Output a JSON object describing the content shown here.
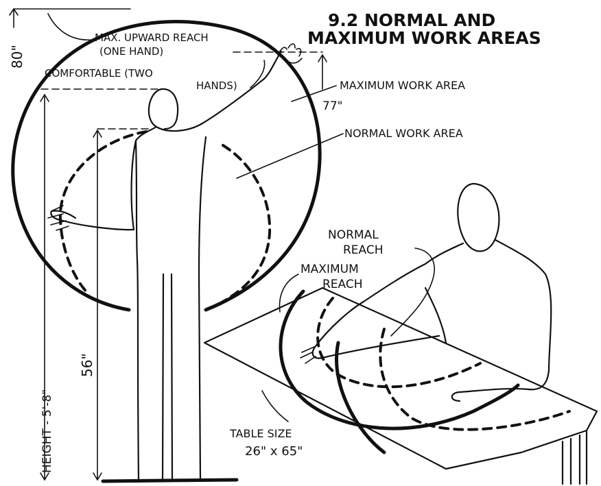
{
  "figure": {
    "title_line1": "9.2 NORMAL AND",
    "title_line2": "MAXIMUM WORK AREAS"
  },
  "labels": {
    "height_top_mark": "80\"",
    "max_upward_reach_line1": "MAX. UPWARD REACH",
    "max_upward_reach_line2": "(ONE HAND)",
    "comfortable_line1": "COMFORTABLE (TWO",
    "comfortable_line2": "HANDS)",
    "maximum_work_area": "MAXIMUM WORK AREA",
    "seventy_seven": "77\"",
    "normal_work_area": "NORMAL WORK AREA",
    "normal_reach_line1": "NORMAL",
    "normal_reach_line2": "REACH",
    "maximum_reach_line1": "MAXIMUM",
    "maximum_reach_line2": "REACH",
    "height_vertical": "HEIGHT - 5'-8\"",
    "fifty_six": "56\"",
    "table_size_line1": "TABLE SIZE",
    "table_size_line2": "26\" x 65\""
  },
  "style": {
    "ink_color": "#111111",
    "paper_color": "#ffffff"
  }
}
